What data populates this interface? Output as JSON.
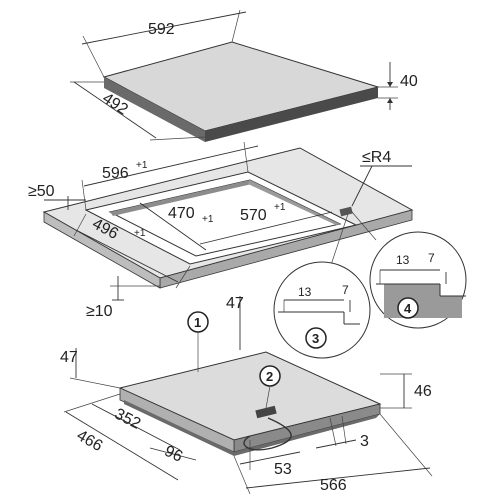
{
  "diagram": {
    "hob": {
      "width": "592",
      "depth": "492",
      "height": "40"
    },
    "cutout": {
      "outer_width": "596",
      "outer_width_tol": "+1",
      "outer_depth": "496",
      "outer_depth_tol": "+1",
      "inner_depth": "470",
      "inner_depth_tol": "+1",
      "inner_width": "570",
      "inner_width_tol": "+1",
      "front_min": "≥50",
      "thickness_min": "≥10",
      "radius": "≤R4"
    },
    "details": {
      "detail_3": {
        "number": "3",
        "width": "13",
        "height": "7"
      },
      "detail_4": {
        "number": "4",
        "width": "13",
        "height": "7"
      }
    },
    "unit": {
      "callout_1": "1",
      "callout_2": "2",
      "top_clearance": "47",
      "left_clearance": "47",
      "height": "46",
      "depth_a": "352",
      "depth_b": "466",
      "offset_a": "96",
      "offset_b": "53",
      "offset_c": "3",
      "width": "566"
    }
  }
}
